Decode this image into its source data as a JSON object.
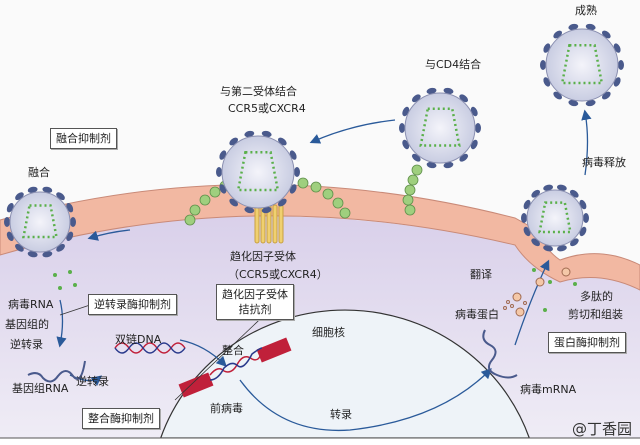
{
  "labels": {
    "mature": "成熟",
    "cd4_binding": "与CD4结合",
    "coreceptor_binding_1": "与第二受体结合",
    "coreceptor_binding_2": "CCR5或CXCR4",
    "fusion": "融合",
    "release": "病毒释放",
    "chemokine_receptor": "趋化因子受体",
    "chemokine_receptor_types": "（CCR5或CXCR4）",
    "viral_rna_1": "病毒RNA",
    "viral_rna_2": "基因组的",
    "viral_rna_3": "逆转录",
    "genomic_rna": "基因组RNA",
    "reverse_transcription": "逆转录",
    "dsdna": "双链DNA",
    "nucleus": "细胞核",
    "integration": "整合",
    "provirus": "前病毒",
    "transcription": "转录",
    "translation": "翻译",
    "viral_protein": "病毒蛋白",
    "polypeptide_1": "多肽的",
    "polypeptide_2": "剪切和组装",
    "viral_mrna": "病毒mRNA"
  },
  "inhibitors": {
    "fusion": "融合抑制剂",
    "rt": "逆转录酶抑制剂",
    "ccr_antagonist_1": "趋化因子受体",
    "ccr_antagonist_2": "拮抗剂",
    "integrase": "整合酶抑制剂",
    "protease": "蛋白酶抑制剂"
  },
  "watermark": "@丁香园",
  "colors": {
    "membrane": "#f2b8a2",
    "cytoplasm": "#ddd6ec",
    "nucleus": "#eef3f8",
    "virus_spike": "#4a5a8c",
    "rna": "#5ab04a",
    "receptor": "#9fcf7e",
    "provirus_dna": "#c0203a",
    "arrow": "#2a5a9a"
  }
}
